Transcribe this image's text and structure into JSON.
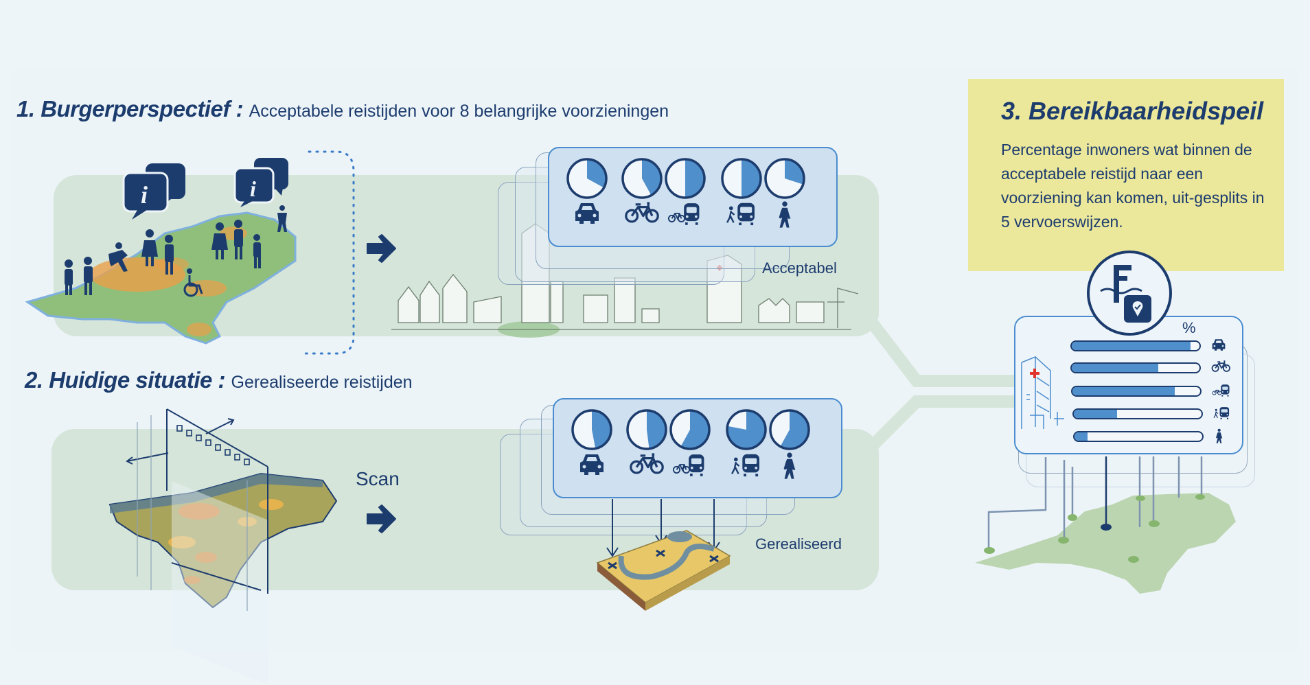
{
  "section1": {
    "number_title": "1. Burgerperspectief :",
    "subtitle": "Acceptabele reistijden voor 8 belangrijke voorzieningen",
    "result_label": "Acceptabel",
    "icons": [
      "info-speech-bubble-icon",
      "info-speech-bubble-icon",
      "citizens-icon",
      "wheelchair-icon",
      "arrow-right-icon",
      "city-skyline-sketch"
    ]
  },
  "section2": {
    "number_title": "2. Huidige situatie :",
    "subtitle": "Gerealiseerde reistijden",
    "scan_label": "Scan",
    "result_label": "Gerealiseerd",
    "icons": [
      "scan-map-icon",
      "arrow-right-icon",
      "terrain-block-icon"
    ]
  },
  "section3": {
    "number_title": "3. Bereikbaarheidspeil",
    "description": "Percentage inwoners wat binnen de acceptabele reistijd naar een voorziening kan komen, uit-gesplits in 5 vervoerswijzen.",
    "percent_label": "%",
    "icons": [
      "accessibility-gauge-icon",
      "hospital-sketch-icon",
      "netherlands-map-icon"
    ]
  },
  "colors": {
    "navy": "#1d3c6e",
    "blue_fill": "#4f8fcb",
    "card_blue": "#cfe1f0",
    "band_green": "#d6e5da",
    "yellow": "#ebe79b",
    "background": "#eef5f9",
    "cross_red": "#e0342a"
  },
  "chart_data": [
    {
      "type": "pie",
      "title": "Acceptabel",
      "categories": [
        "Auto",
        "Fiets",
        "Fiets + trein",
        "Lopen + trein",
        "Lopen"
      ],
      "icons": [
        "car-icon",
        "bicycle-icon",
        "bicycle-train-icon",
        "walk-train-icon",
        "walking-icon"
      ],
      "values": [
        33,
        42,
        50,
        50,
        30
      ],
      "unit": "percent of circle filled"
    },
    {
      "type": "pie",
      "title": "Gerealiseerd",
      "categories": [
        "Auto",
        "Fiets",
        "Fiets + trein",
        "Lopen + trein",
        "Lopen"
      ],
      "icons": [
        "car-icon",
        "bicycle-icon",
        "bicycle-train-icon",
        "walk-train-icon",
        "walking-icon"
      ],
      "values": [
        47,
        48,
        58,
        78,
        58
      ],
      "unit": "percent of circle filled"
    },
    {
      "type": "bar",
      "title": "Bereikbaarheidspeil",
      "ylabel": "%",
      "categories": [
        "Auto",
        "Fiets",
        "Fiets + trein",
        "Lopen + trein",
        "Lopen"
      ],
      "icons": [
        "car-icon",
        "bicycle-icon",
        "bicycle-train-icon",
        "walk-train-icon",
        "walking-icon"
      ],
      "values": [
        93,
        68,
        80,
        34,
        10
      ],
      "ylim": [
        0,
        100
      ],
      "orientation": "horizontal"
    }
  ]
}
